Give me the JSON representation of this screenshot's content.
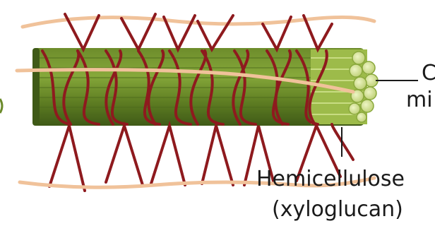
{
  "labels": {
    "cellulose_line1": "C",
    "cellulose_line2": "mi",
    "hemicellulose_line1": "Hemicellulose",
    "hemicellulose_line2": "(xyloglucan)"
  },
  "colors": {
    "fiber_tan": "#f0c29a",
    "microfibril_green": "#6b8a2a",
    "microfibril_dark": "#3f5a17",
    "microfibril_end": "#d8e6a0",
    "hemicellulose_red": "#8e1a1e",
    "leader_line": "#1a1a1a"
  }
}
